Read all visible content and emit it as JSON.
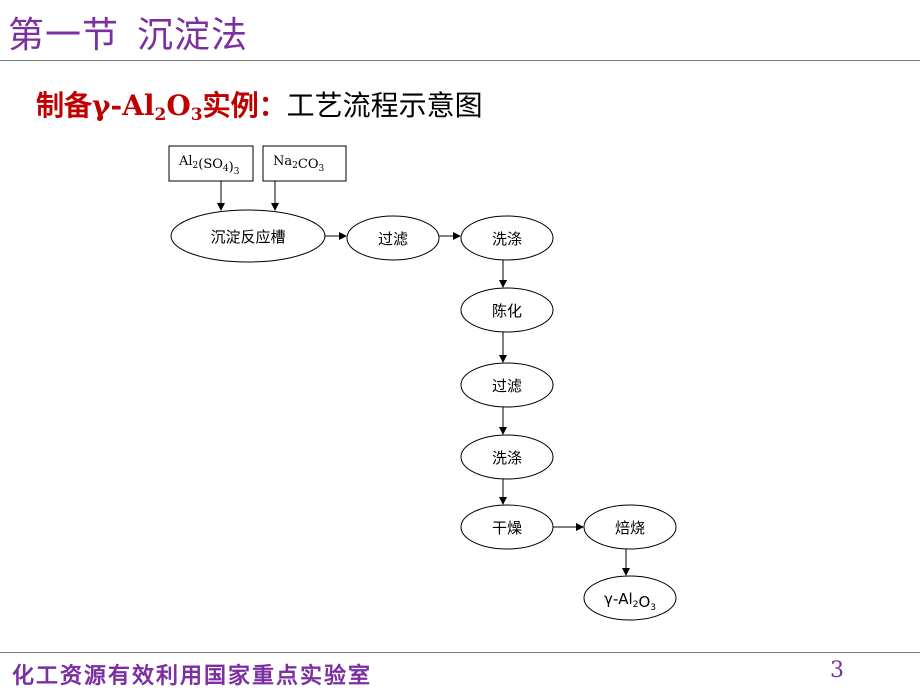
{
  "title": {
    "part1": "第一节",
    "part2": "沉淀法"
  },
  "subtitle": {
    "prefix": "制备",
    "gamma": "γ-Al",
    "sub1": "2",
    "o": "O",
    "sub2": "3",
    "suffix": "实例：",
    "rest": "工艺流程示意图"
  },
  "flow": {
    "inputs": [
      {
        "id": "al2so43",
        "main": "Al",
        "s1": "2",
        "mid": "(SO",
        "s2": "4",
        "end": ")",
        "s3": "3"
      },
      {
        "id": "na2co3",
        "main": "Na",
        "s1": "2",
        "end": "CO",
        "s3": "3"
      }
    ],
    "nodes": [
      {
        "id": "reactor",
        "label": "沉淀反应槽"
      },
      {
        "id": "filter1",
        "label": "过滤"
      },
      {
        "id": "wash1",
        "label": "洗涤"
      },
      {
        "id": "aging",
        "label": "陈化"
      },
      {
        "id": "filter2",
        "label": "过滤"
      },
      {
        "id": "wash2",
        "label": "洗涤"
      },
      {
        "id": "dry",
        "label": "干燥"
      },
      {
        "id": "calcine",
        "label": "焙烧"
      },
      {
        "id": "product",
        "prefix": "γ-Al",
        "s1": "2",
        "mid": "O",
        "s2": "3"
      }
    ],
    "edges": [
      [
        "al2so43",
        "reactor"
      ],
      [
        "na2co3",
        "reactor"
      ],
      [
        "reactor",
        "filter1"
      ],
      [
        "filter1",
        "wash1"
      ],
      [
        "wash1",
        "aging"
      ],
      [
        "aging",
        "filter2"
      ],
      [
        "filter2",
        "wash2"
      ],
      [
        "wash2",
        "dry"
      ],
      [
        "dry",
        "calcine"
      ],
      [
        "calcine",
        "product"
      ]
    ]
  },
  "footer": {
    "lab": "化工资源有效利用国家重点实验室",
    "page": "3"
  },
  "colors": {
    "title": "#7b2fa0",
    "subtitle_accent": "#c00000",
    "rule": "#7b7b7b"
  }
}
